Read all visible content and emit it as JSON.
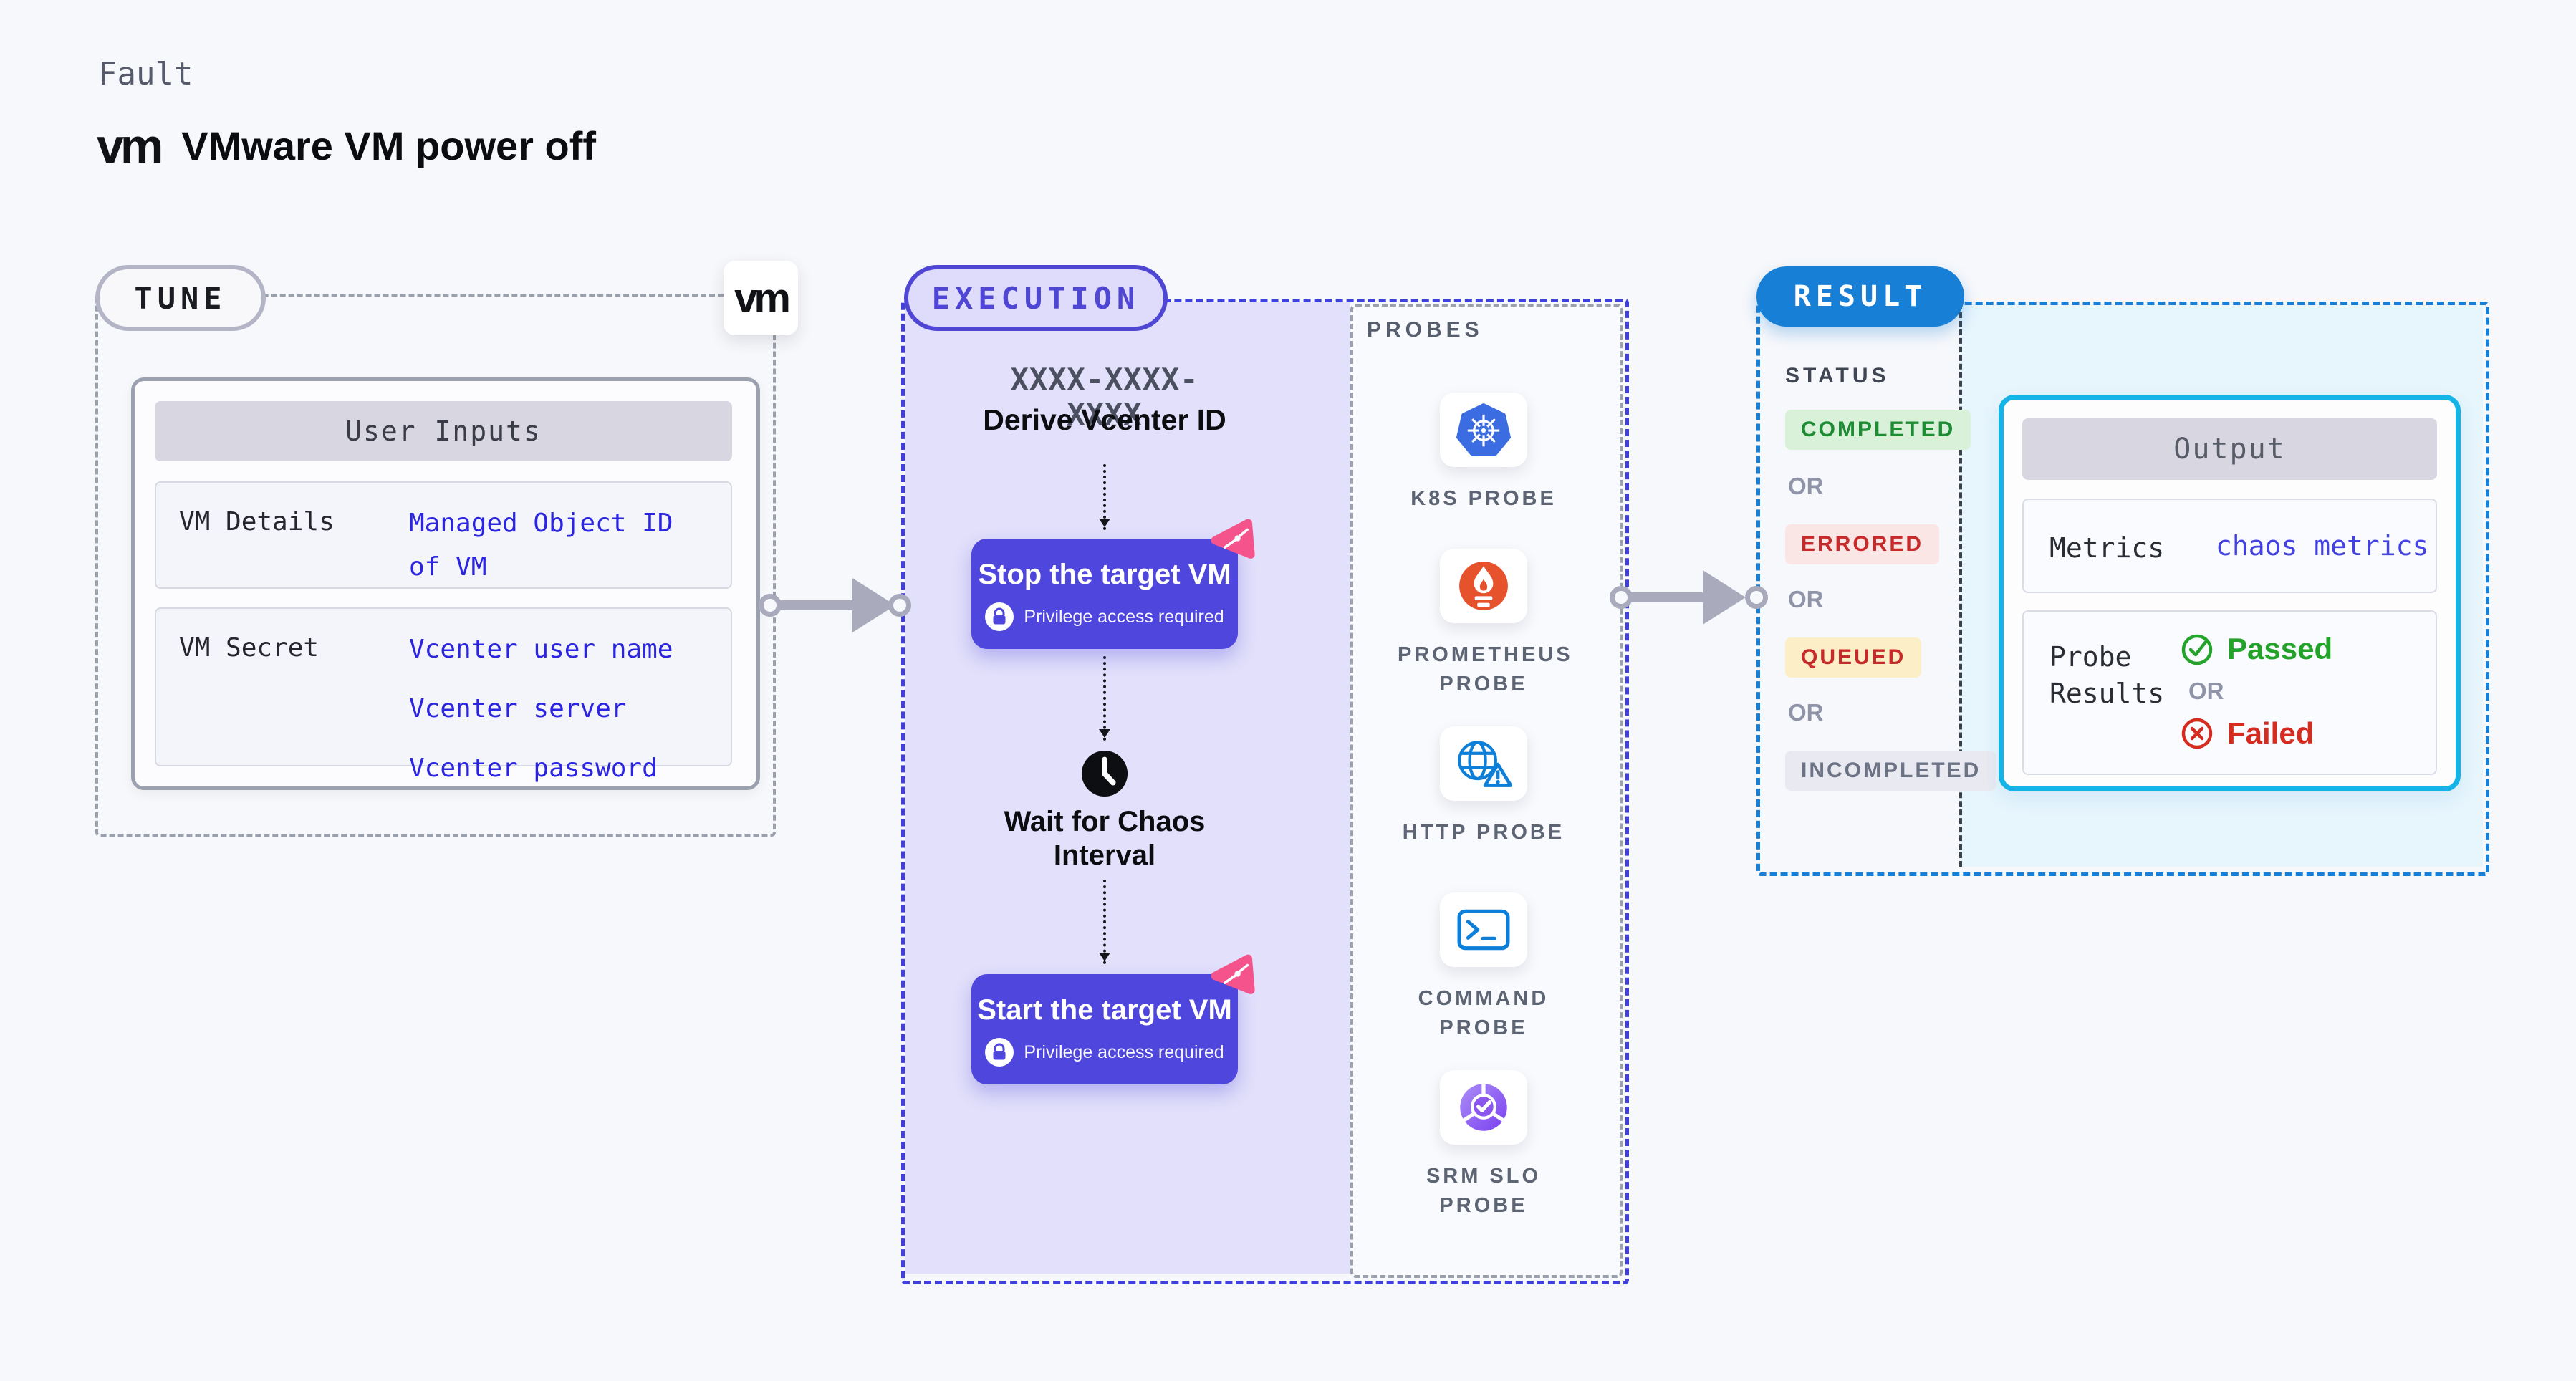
{
  "header": {
    "kicker": "Fault",
    "brand": "vm",
    "title": "VMware VM power off"
  },
  "tune": {
    "pill": "TUNE",
    "vm_logo": "vm",
    "user_inputs": {
      "header": "User Inputs",
      "rows": [
        {
          "label": "VM Details",
          "values": [
            "Managed Object ID",
            "of VM"
          ]
        },
        {
          "label": "VM Secret",
          "values": [
            "Vcenter user name",
            "Vcenter server",
            "Vcenter password"
          ]
        }
      ]
    }
  },
  "execution": {
    "pill": "EXECUTION",
    "workflow_id": "XXXX-XXXX-XXXX",
    "steps": {
      "derive": "Derive Vcenter ID",
      "stop": "Stop the target VM",
      "wait": "Wait for Chaos Interval",
      "start": "Start the target VM"
    },
    "privilege_note": "Privilege access required"
  },
  "probes": {
    "title": "PROBES",
    "items": [
      {
        "label": "K8S PROBE",
        "icon": "kubernetes-icon"
      },
      {
        "label": "PROMETHEUS PROBE",
        "icon": "prometheus-icon"
      },
      {
        "label": "HTTP PROBE",
        "icon": "http-globe-warning-icon"
      },
      {
        "label": "COMMAND PROBE",
        "icon": "terminal-icon"
      },
      {
        "label": "SRM SLO PROBE",
        "icon": "slo-pie-check-icon"
      }
    ]
  },
  "result": {
    "pill": "RESULT",
    "status_title": "STATUS",
    "or_label": "OR",
    "statuses": [
      {
        "label": "COMPLETED",
        "fg": "#1e8c35",
        "bg": "#d9f1d8"
      },
      {
        "label": "ERRORED",
        "fg": "#c62a2a",
        "bg": "#fbe6e6"
      },
      {
        "label": "QUEUED",
        "fg": "#c62a2a",
        "bg": "#fceec6"
      },
      {
        "label": "INCOMPLETED",
        "fg": "#6c7385",
        "bg": "#e9eaf1"
      }
    ],
    "output": {
      "header": "Output",
      "metrics_label": "Metrics",
      "metrics_value": "chaos metrics",
      "probe_results_label": "Probe Results",
      "passed": "Passed",
      "failed": "Failed"
    }
  },
  "colors": {
    "accent_indigo": "#4f46dd",
    "accent_blue": "#187fd6",
    "accent_cyan": "#14b4e6",
    "lavender": "#e2e0fa",
    "litmus_pink": "#f4538b",
    "kubernetes_blue": "#3b6ce2",
    "probe_blue": "#0d7fd9",
    "prometheus_orange": "#e6522c",
    "slo_purple": "#8a56ee",
    "passed_green": "#24a32b",
    "failed_red": "#d62b1f"
  }
}
